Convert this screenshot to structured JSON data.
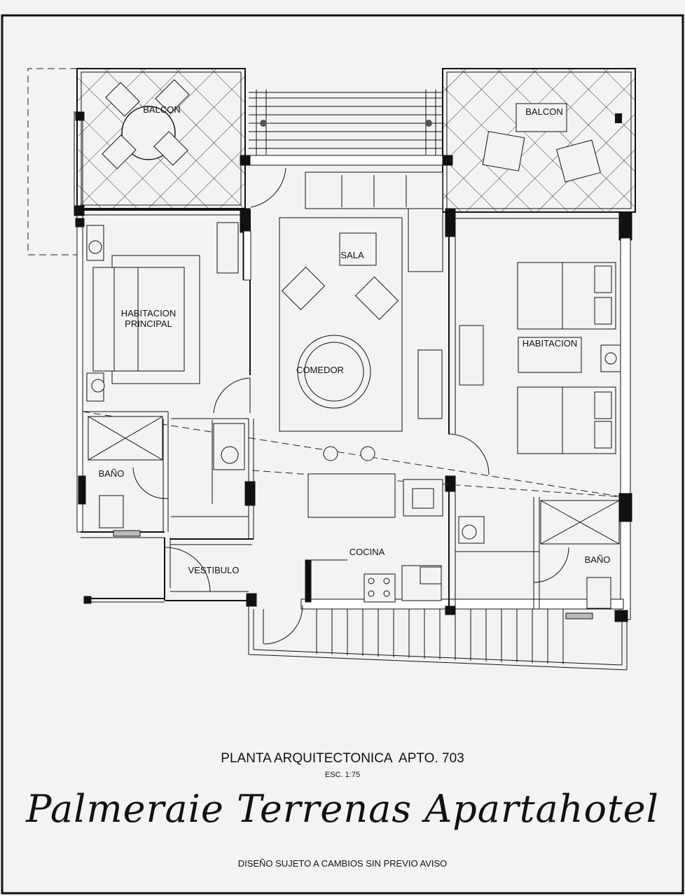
{
  "rooms": {
    "balcon_left": "BALCON",
    "balcon_right": "BALCON",
    "sala": "SALA",
    "habitacion_principal": "HABITACION\nPRINCIPAL",
    "comedor": "COMEDOR",
    "habitacion": "HABITACION",
    "bano_left": "BAÑO",
    "bano_right": "BAÑO",
    "cocina": "COCINA",
    "vestibulo": "VESTIBULO"
  },
  "title_block": {
    "plan_title": "PLANTA ARQUITECTONICA  APTO. 703",
    "scale": "ESC. 1:75",
    "project_name": "Palmeraie Terrenas Apartahotel",
    "disclaimer": "DISEÑO SUJETO A CAMBIOS SIN PREVIO AVISO"
  },
  "colors": {
    "ink": "#1a1a1a",
    "paper": "#f3f3f1",
    "wall": "#111111"
  }
}
